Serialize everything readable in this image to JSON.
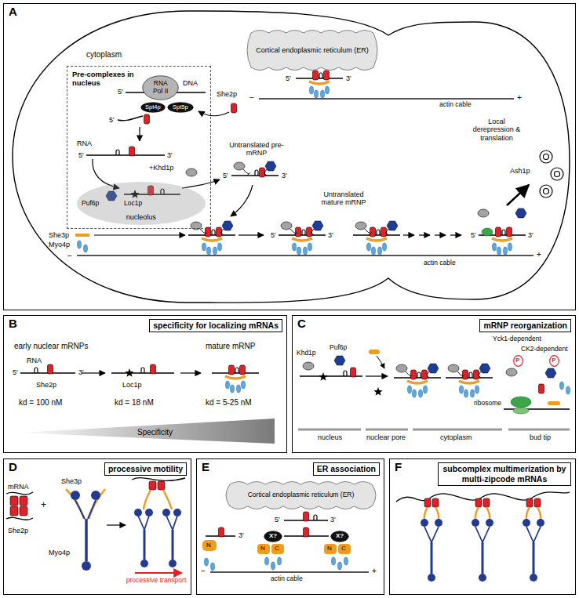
{
  "diagram": {
    "nodes": [
      {
        "text": [
          "A"
        ]
      },
      {
        "text": [
          "cytoplasm"
        ],
        "in": 0
      },
      {
        "text": [
          "Pre-complexes in nucleus"
        ],
        "in": 1
      },
      {
        "text": [
          "RNA Pol II"
        ],
        "in": 2
      },
      {
        "text": [
          "Spt4p"
        ],
        "in": 2
      },
      {
        "text": [
          "Spt5p"
        ],
        "in": 2
      },
      {
        "text": [
          "nucleolus"
        ],
        "in": 2
      },
      {
        "text": [
          "Cortical endoplasmic reticulum (ER)"
        ],
        "in": 1
      },
      {
        "text": [
          "B",
          "specificity for localizing mRNAs"
        ]
      },
      {
        "text": [
          "C",
          "mRNP reorganization"
        ]
      },
      {
        "text": [
          "P"
        ],
        "in": 9
      },
      {
        "text": [
          "P"
        ],
        "in": 9
      },
      {
        "text": [
          "D",
          "processive motility"
        ]
      },
      {
        "text": [
          "E",
          "ER association"
        ]
      },
      {
        "text": [
          "Cortical endoplasmic reticulum (ER)"
        ],
        "in": 13
      },
      {
        "text": [
          "X?"
        ],
        "in": 13
      },
      {
        "text": [
          "X?"
        ],
        "in": 13
      },
      {
        "text": [
          "F",
          "subcomplex multimerization by multi-zipcode mRNAs"
        ]
      }
    ],
    "labels": [
      "DNA",
      "5'",
      "5'",
      "She2p",
      "RNA",
      "5'",
      "3'",
      "+Khd1p",
      "Puf6p",
      "Loc1p",
      "5'",
      "3'",
      "actin cable",
      "Untranslated pre-mRNP",
      "5'",
      "3'",
      "Untranslated mature mRNP",
      "5'",
      "3'",
      "She3p",
      "Myo4p",
      "Local derepression & translation",
      "5'",
      "3'",
      "Ash1p",
      "actin cable",
      "−",
      "+",
      "−",
      "+",
      "early nuclear mRNPs",
      "mature mRNP",
      "5'",
      "RNA",
      "3'",
      "She2p",
      "Loc1p",
      "kd = 100 nM",
      "kd = 18 nM",
      "kd = 5-25 nM",
      "Specificity",
      "Khd1p",
      "Puf6p",
      "Yck1-dependent",
      "CK2-dependent",
      "ribosome",
      "nucleus",
      "nuclear pore",
      "cytoplasm",
      "bud tip",
      "mRNA",
      "She2p",
      "She3p",
      "Myo4p",
      "+",
      "processive transport",
      "N",
      "N",
      "C",
      "N",
      "C",
      "5'",
      "3'",
      "3'",
      "actin cable",
      "−",
      "+"
    ]
  }
}
